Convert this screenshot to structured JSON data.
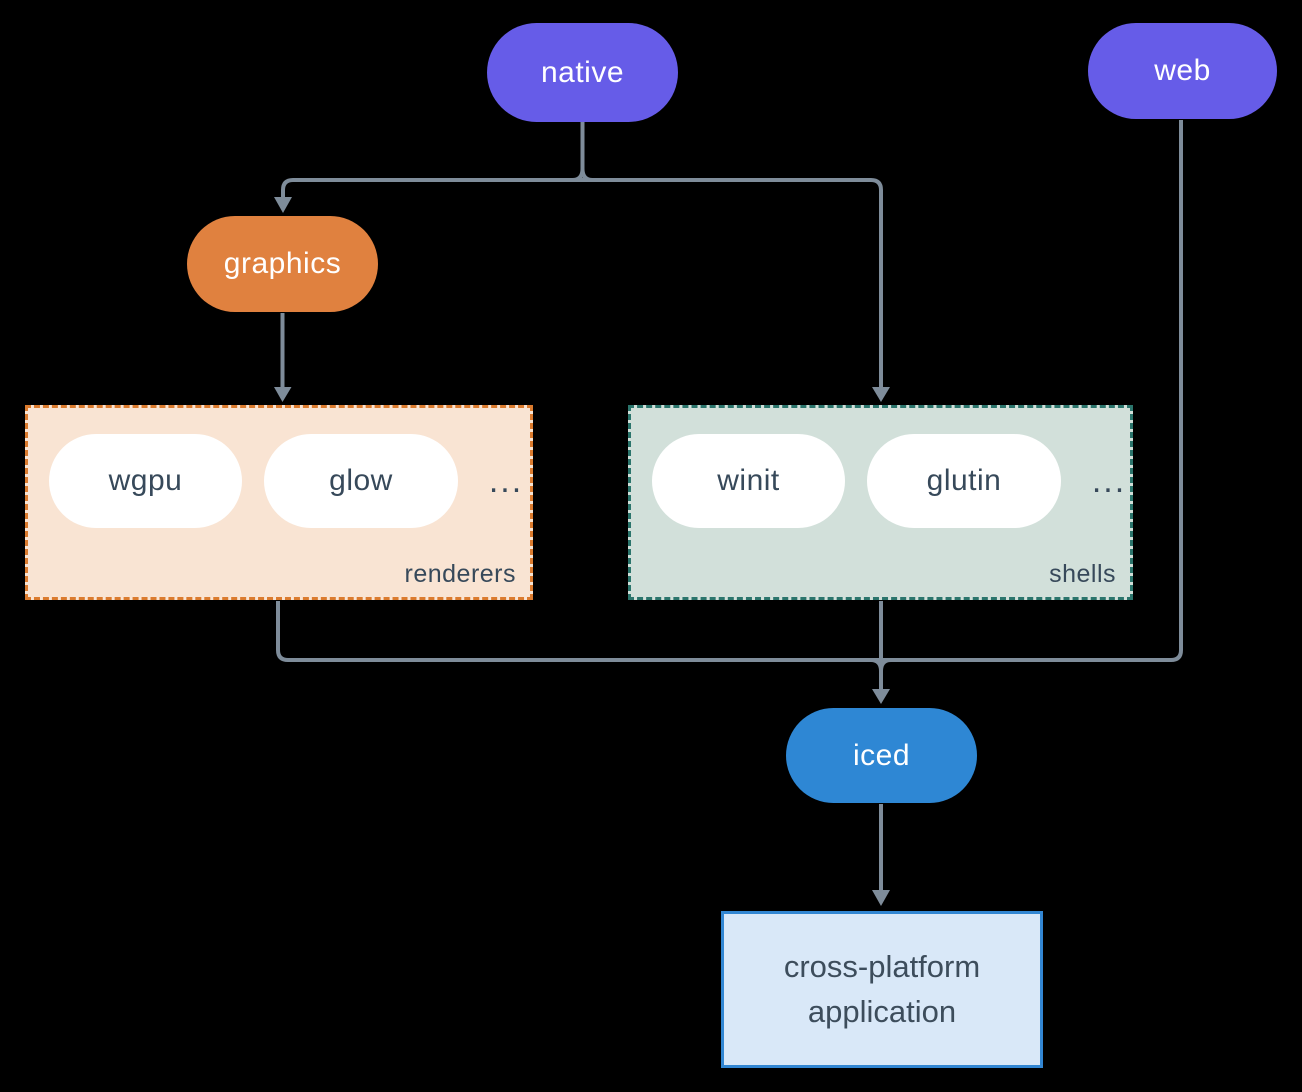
{
  "nodes": {
    "native": "native",
    "web": "web",
    "graphics": "graphics",
    "iced": "iced",
    "app": {
      "line1": "cross-platform",
      "line2": "application"
    }
  },
  "groups": {
    "renderers": {
      "label": "renderers",
      "items": [
        "wgpu",
        "glow"
      ],
      "ellipsis": "..."
    },
    "shells": {
      "label": "shells",
      "items": [
        "winit",
        "glutin"
      ],
      "ellipsis": "..."
    }
  },
  "colors": {
    "node_purple": "#665ce8",
    "node_orange": "#e0813f",
    "node_blue": "#2e87d4",
    "renderers_bg": "#f9e4d3",
    "renderers_border": "#db7b2e",
    "shells_bg": "#d2e0da",
    "shells_border": "#2b756c",
    "app_bg": "#d9e8f8",
    "app_border": "#3286d2",
    "connector_line": "#7e8c9a",
    "dark_text": "#37495a",
    "background": "#000000"
  }
}
